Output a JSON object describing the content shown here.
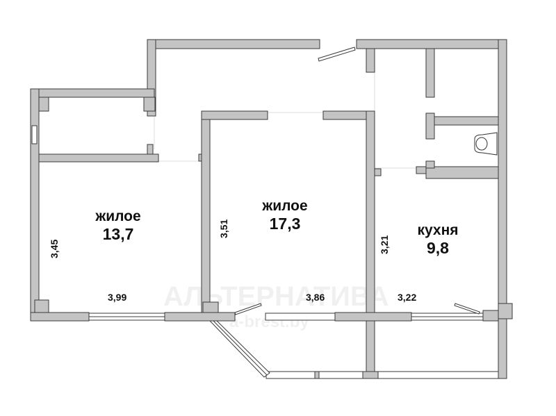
{
  "watermark": {
    "brand": "АЛЬТЕРНАТИВА",
    "site": "a-brest.by"
  },
  "rooms": [
    {
      "name": "жилое",
      "area": "13,7"
    },
    {
      "name": "жилое",
      "area": "17,3"
    },
    {
      "name": "кухня",
      "area": "9,8"
    }
  ],
  "dimensions": {
    "room1_height": "3,45",
    "room1_width": "3,99",
    "room2_height": "3,51",
    "room2_width": "3,86",
    "kitchen_height": "3,21",
    "kitchen_width": "3,22"
  },
  "colors": {
    "wall": "#c4c4c4",
    "outline": "#3a3a3a"
  }
}
